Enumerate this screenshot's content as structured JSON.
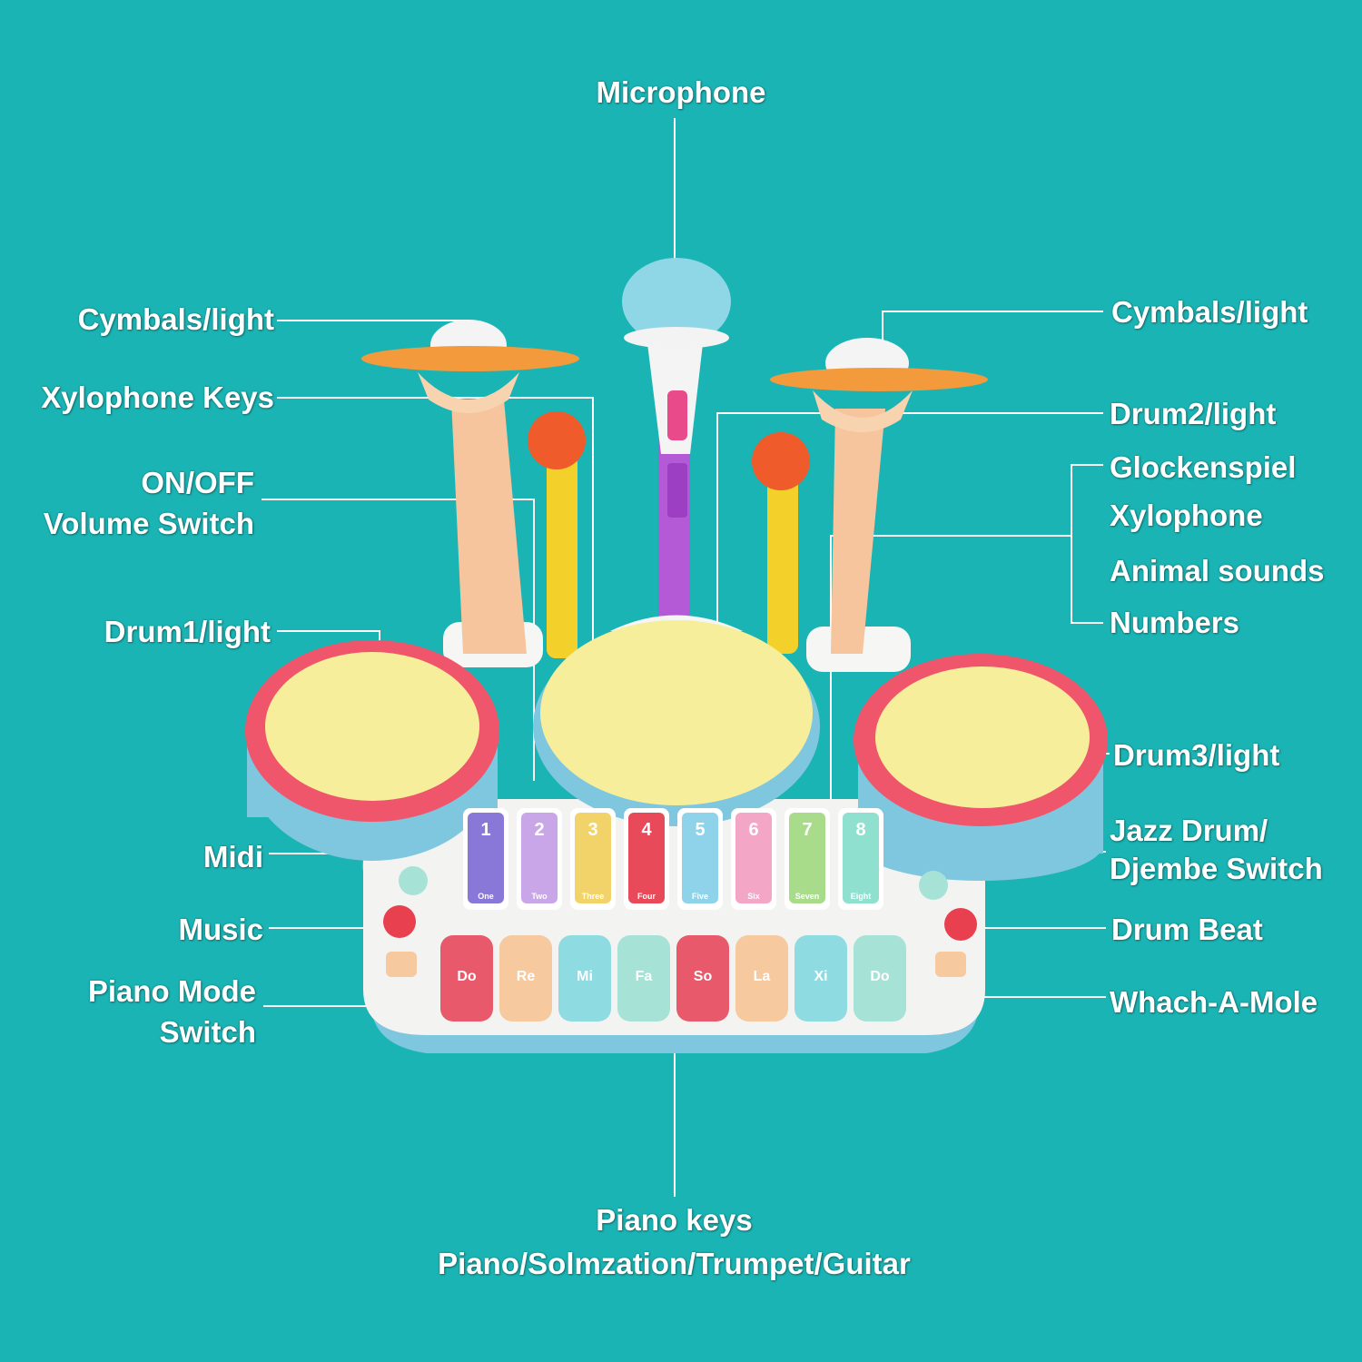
{
  "labels": {
    "microphone": "Microphone",
    "cymbals_left": "Cymbals/light",
    "xylophone_keys": "Xylophone Keys",
    "on_off_line1": "ON/OFF",
    "on_off_line2": "Volume Switch",
    "drum1": "Drum1/light",
    "midi": "Midi",
    "music": "Music",
    "piano_mode_line1": "Piano Mode",
    "piano_mode_line2": "Switch",
    "cymbals_right": "Cymbals/light",
    "drum2": "Drum2/light",
    "glockenspiel": "Glockenspiel",
    "xylophone": "Xylophone",
    "animal_sounds": "Animal sounds",
    "numbers": "Numbers",
    "drum3": "Drum3/light",
    "jazz_line1": "Jazz Drum/",
    "jazz_line2": "Djembe Switch",
    "drum_beat": "Drum Beat",
    "whack": "Whach-A-Mole",
    "piano_keys_line1": "Piano keys",
    "piano_keys_line2": "Piano/Solmzation/Trumpet/Guitar"
  },
  "xylophone_bars": [
    {
      "num": "1",
      "word": "One",
      "color": "#8a78d8"
    },
    {
      "num": "2",
      "word": "Two",
      "color": "#c9a6e8"
    },
    {
      "num": "3",
      "word": "Three",
      "color": "#f2d36a"
    },
    {
      "num": "4",
      "word": "Four",
      "color": "#e84a5a"
    },
    {
      "num": "5",
      "word": "Five",
      "color": "#8fd3ea"
    },
    {
      "num": "6",
      "word": "Six",
      "color": "#f3a6c6"
    },
    {
      "num": "7",
      "word": "Seven",
      "color": "#a8dc8a"
    },
    {
      "num": "8",
      "word": "Eight",
      "color": "#8fe0cf"
    }
  ],
  "piano_keys": [
    {
      "note": "Do",
      "color": "#e8596b"
    },
    {
      "note": "Re",
      "color": "#f6c99e"
    },
    {
      "note": "Mi",
      "color": "#8edbe2"
    },
    {
      "note": "Fa",
      "color": "#a6e3d6"
    },
    {
      "note": "So",
      "color": "#e8596b"
    },
    {
      "note": "La",
      "color": "#f6c99e"
    },
    {
      "note": "Xi",
      "color": "#8edbe2"
    },
    {
      "note": "Do",
      "color": "#a6e3d6"
    }
  ],
  "colors": {
    "background": "#1bb4b4",
    "drum_rim": "#f0566b",
    "drum_head": "#f7ee9c",
    "cymbal": "#f39a3c",
    "stand": "#f6c59d",
    "mic_stand": "#b45ad6",
    "mallet": "#f4d02a"
  }
}
